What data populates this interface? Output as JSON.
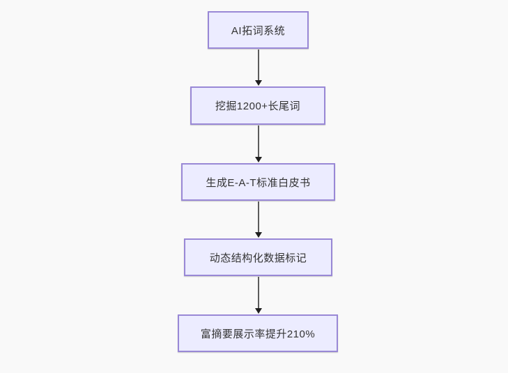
{
  "diagram": {
    "type": "flowchart",
    "direction": "top-down",
    "nodes": [
      {
        "id": "n1",
        "label": "AI拓词系统"
      },
      {
        "id": "n2",
        "label": "挖掘1200+长尾词"
      },
      {
        "id": "n3",
        "label": "生成E-A-T标准白皮书"
      },
      {
        "id": "n4",
        "label": "动态结构化数据标记"
      },
      {
        "id": "n5",
        "label": "富摘要展示率提升210%"
      }
    ],
    "edges": [
      {
        "from": "n1",
        "to": "n2",
        "style": "arrow-down"
      },
      {
        "from": "n2",
        "to": "n3",
        "style": "arrow-down"
      },
      {
        "from": "n3",
        "to": "n4",
        "style": "arrow-down"
      },
      {
        "from": "n4",
        "to": "n5",
        "style": "arrow-down"
      }
    ],
    "colors": {
      "background": "#f9f9f9",
      "node_fill": "#ececff",
      "node_border": "#9988d6",
      "edge_line": "#5c5c5c",
      "arrowhead": "#1f1f1f",
      "text": "#333333"
    }
  }
}
